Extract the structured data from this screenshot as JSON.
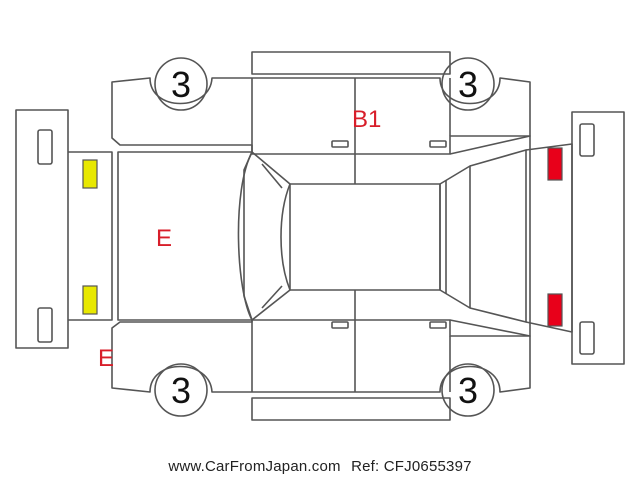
{
  "diagram": {
    "wheel_labels": {
      "front_left": "3",
      "rear_left": "3",
      "front_right": "3",
      "rear_right": "3"
    },
    "damage_labels": {
      "roof_rear": "B1",
      "hood": "E",
      "front_bumper_corner": "E"
    },
    "colors": {
      "line": "#555555",
      "damage_text": "#d81e2a",
      "front_lights": "#e8e800",
      "rear_lights": "#e8001a"
    }
  },
  "footer": {
    "site": "www.CarFromJapan.com",
    "ref": "Ref: CFJ0655397"
  }
}
